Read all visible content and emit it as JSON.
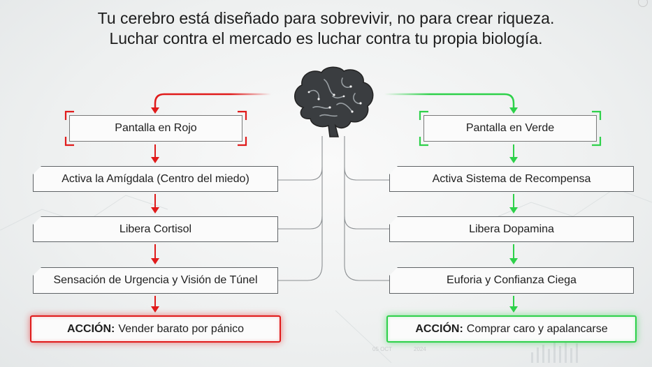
{
  "title": {
    "line1": "Tu cerebro está diseñado para sobrevivir, no para crear riqueza.",
    "line2": "Luchar contra el mercado es luchar contra tu propia biología."
  },
  "left": {
    "head": "Pantalla en Rojo",
    "steps": [
      "Activa la Amígdala (Centro del miedo)",
      "Libera Cortisol",
      "Sensación de Urgencia y Visión de Túnel"
    ],
    "action_label": "ACCIÓN:",
    "action_text": "Vender barato por pánico",
    "color": "#e01b1b"
  },
  "right": {
    "head": "Pantalla en Verde",
    "steps": [
      "Activa Sistema de Recompensa",
      "Libera Dopamina",
      "Euforia y Confianza Ciega"
    ],
    "action_label": "ACCIÓN:",
    "action_text": "Comprar caro y apalancarse",
    "color": "#2ed14a"
  },
  "watermark": {
    "date": "05 OCT",
    "year": "2024"
  },
  "icons": [
    "brain-icon",
    "clock-icon"
  ]
}
